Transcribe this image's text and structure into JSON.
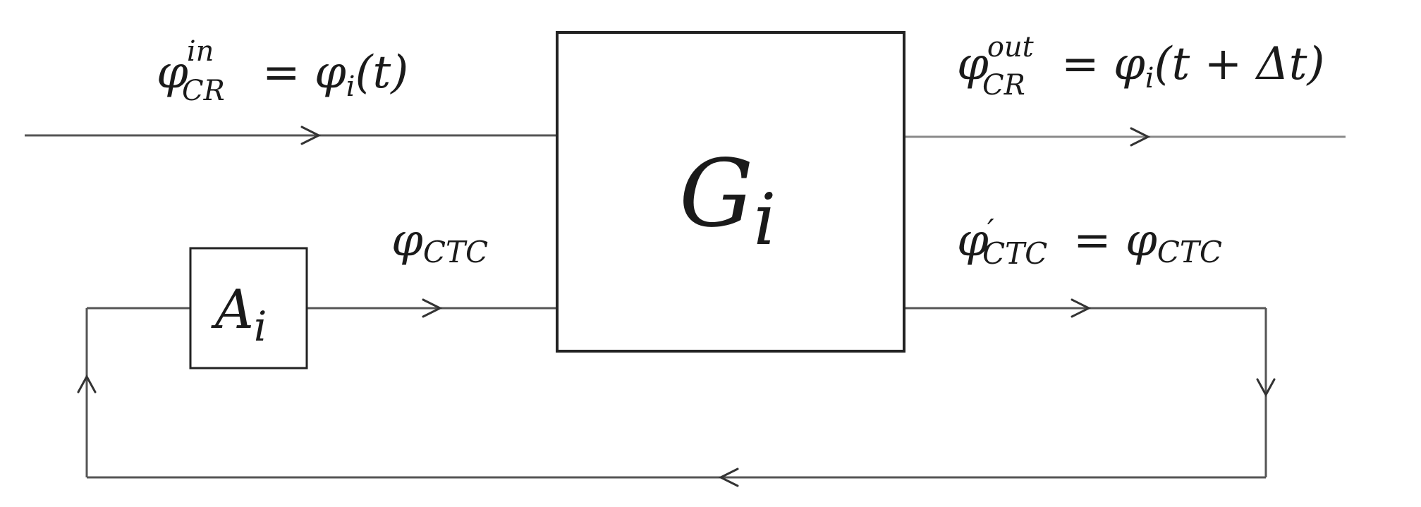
{
  "diagram": {
    "main_block": {
      "symbol": "G",
      "subscript": "i"
    },
    "feedback_block": {
      "symbol": "A",
      "subscript": "i"
    },
    "labels": {
      "cr_in": {
        "base": "φ",
        "sup": "in",
        "sub": "CR",
        "rhs": "= φ",
        "rhs_sub": "i",
        "rhs_tail": "(t)"
      },
      "cr_out": {
        "base": "φ",
        "sup": "out",
        "sub": "CR",
        "rhs": "= φ",
        "rhs_sub": "i",
        "rhs_tail": "(t + Δt)"
      },
      "ctc_in": {
        "base": "φ",
        "sub": "CTC"
      },
      "ctc_out": {
        "base": "φ",
        "sup": "′",
        "sub": "CTC",
        "rhs": "= φ",
        "rhs_sub": "CTC"
      }
    },
    "colors": {
      "line": "#555555",
      "text": "#1a1a1a"
    }
  }
}
